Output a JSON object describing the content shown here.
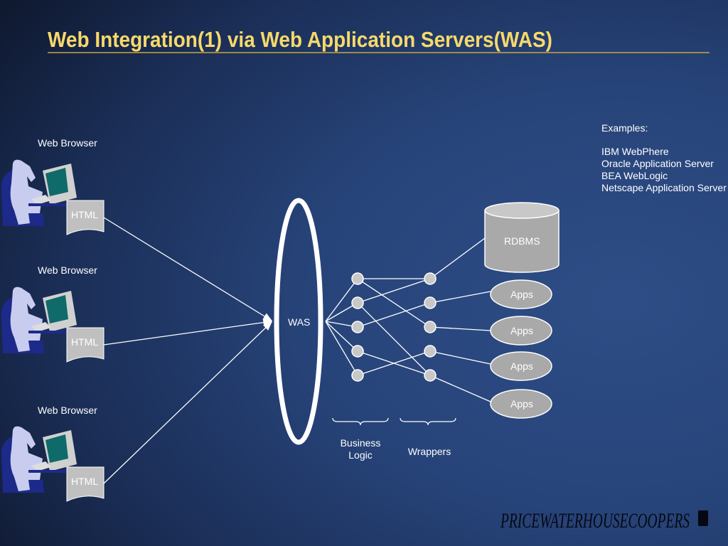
{
  "title": "Web Integration(1) via Web Application Servers(WAS)",
  "browsers": [
    {
      "label": "Web Browser",
      "doc": "HTML"
    },
    {
      "label": "Web Browser",
      "doc": "HTML"
    },
    {
      "label": "Web Browser",
      "doc": "HTML"
    }
  ],
  "was_label": "WAS",
  "rdbms_label": "RDBMS",
  "apps": [
    "Apps",
    "Apps",
    "Apps",
    "Apps"
  ],
  "business_logic": [
    "Business",
    "Logic"
  ],
  "wrappers": "Wrappers",
  "examples": {
    "heading": "Examples:",
    "items": [
      "IBM WebPhere",
      "Oracle Application Server",
      "BEA WebLogic",
      "Netscape Application Server"
    ]
  },
  "logo": "PRICEWATERHOUSECOOPERS",
  "colors": {
    "title": "#f7d96a",
    "node": "#c8c8c8",
    "doc": "#c0c0c0"
  }
}
